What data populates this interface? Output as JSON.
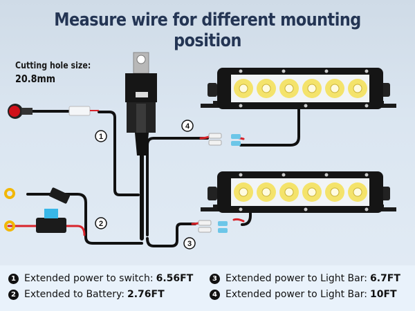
{
  "title": "Measure wire for different mounting position",
  "cutting_hole": {
    "label": "Cutting hole size:",
    "value": "20.8mm"
  },
  "diagram_markers": [
    "1",
    "2",
    "3",
    "4"
  ],
  "legend": [
    {
      "num": "1",
      "text": "Extended power to switch:",
      "value": "6.56FT"
    },
    {
      "num": "2",
      "text": "Extended to Battery:",
      "value": "2.76FT"
    },
    {
      "num": "3",
      "text": "Extended power to Light Bar:",
      "value": "6.7FT"
    },
    {
      "num": "4",
      "text": "Extended power to Light Bar:",
      "value": "10FT"
    }
  ],
  "colors": {
    "title": "#243554",
    "wire": "#111111",
    "red_wire": "#d8232a",
    "terminal_ring": "#f2b705",
    "fuse": "#38b7e8",
    "connector": "#6cc6e8",
    "led": "#f4df52",
    "switch": "#d0101a"
  }
}
